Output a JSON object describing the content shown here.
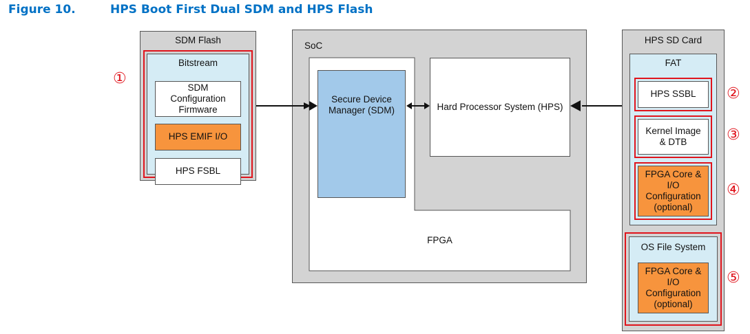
{
  "figure": {
    "number": "Figure 10.",
    "title": "HPS Boot First Dual SDM and HPS Flash"
  },
  "sdm_flash": {
    "title": "SDM Flash",
    "bitstream": "Bitstream",
    "items": [
      "SDM Configuration Firmware",
      "HPS EMIF I/O",
      "HPS FSBL"
    ],
    "marker": "①"
  },
  "soc": {
    "title": "SoC",
    "sdm": "Secure Device Manager (SDM)",
    "hps": "Hard Processor System (HPS)",
    "fpga": "FPGA"
  },
  "hps_sd_card": {
    "title": "HPS SD Card",
    "fat": "FAT",
    "ssbl": "HPS SSBL",
    "kernel": "Kernel Image & DTB",
    "fpga_config_fat": "FPGA Core & I/O Configuration (optional)",
    "os_fs": "OS File System",
    "fpga_config_os": "FPGA Core & I/O Configuration (optional)",
    "markers": [
      "②",
      "③",
      "④",
      "⑤"
    ]
  },
  "colors": {
    "caption": "#0071c5",
    "highlight": "#e0141c",
    "orange": "#f7943d",
    "sdm_blue": "#a2c9ea",
    "light_blue": "#d5ecf5",
    "gray": "#d3d3d3"
  }
}
